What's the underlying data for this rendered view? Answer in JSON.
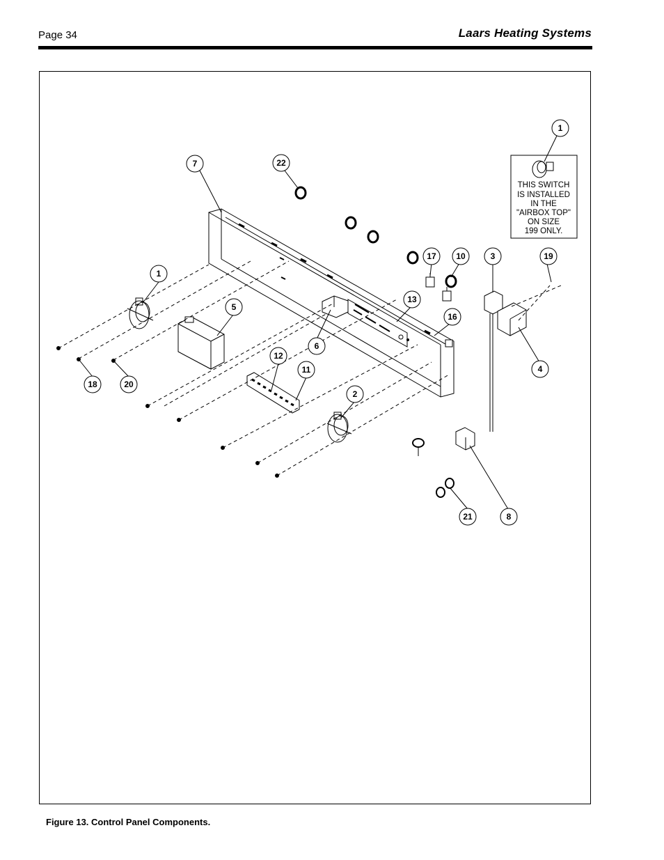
{
  "header": {
    "page": "Page 34",
    "brand": "Laars Heating Systems"
  },
  "figure": {
    "caption": "Figure 13. Control Panel Components.",
    "callouts": {
      "c7": "7",
      "c22": "22",
      "c1_top": "1",
      "c1_left": "1",
      "c17": "17",
      "c10": "10",
      "c3": "3",
      "c19": "19",
      "c13": "13",
      "c16": "16",
      "c5": "5",
      "c6": "6",
      "c4": "4",
      "c12": "12",
      "c11": "11",
      "c18": "18",
      "c20": "20",
      "c2": "2",
      "c21": "21",
      "c8": "8"
    },
    "note_lines": [
      "THIS SWITCH",
      "IS INSTALLED",
      "IN THE",
      "\"AIRBOX TOP\"",
      "ON SIZE",
      "199 ONLY."
    ]
  }
}
